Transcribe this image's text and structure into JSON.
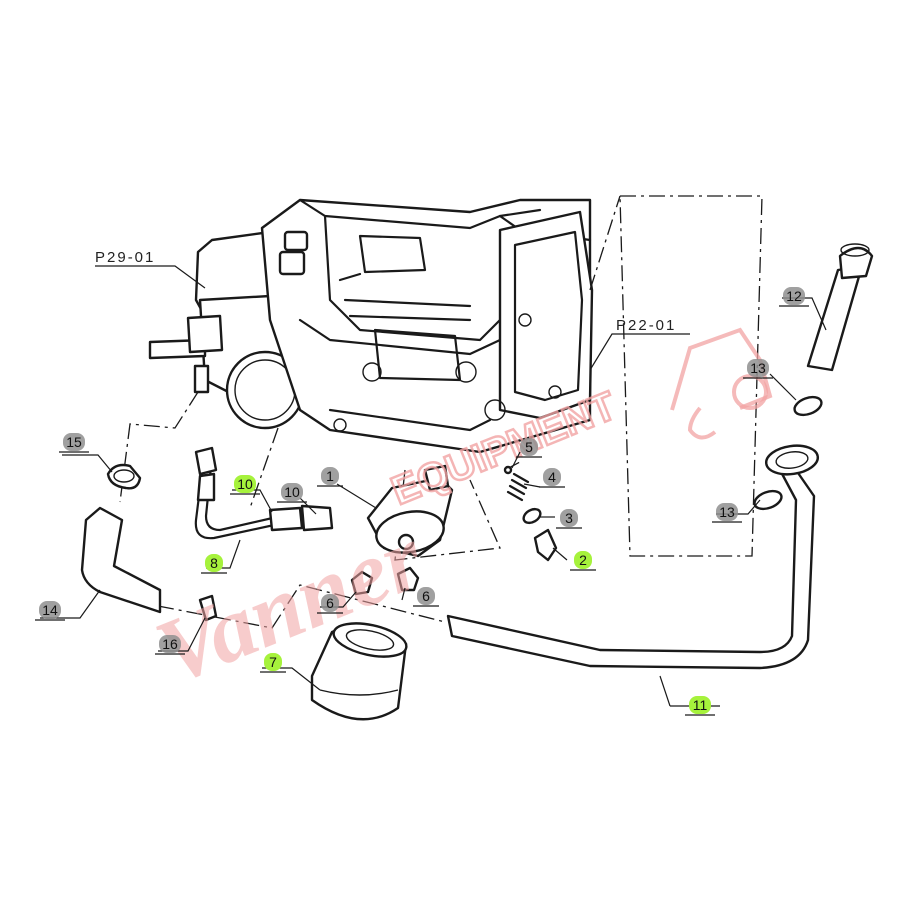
{
  "diagram": {
    "assembly_labels": [
      "P29-01",
      "P22-01"
    ],
    "callouts": [
      {
        "id": "c1",
        "text": "1",
        "highlight": false
      },
      {
        "id": "c2",
        "text": "2",
        "highlight": true
      },
      {
        "id": "c3",
        "text": "3",
        "highlight": false
      },
      {
        "id": "c4",
        "text": "4",
        "highlight": false
      },
      {
        "id": "c5",
        "text": "5",
        "highlight": false
      },
      {
        "id": "c6a",
        "text": "6",
        "highlight": false
      },
      {
        "id": "c6b",
        "text": "6",
        "highlight": false
      },
      {
        "id": "c7",
        "text": "7",
        "highlight": true
      },
      {
        "id": "c8",
        "text": "8",
        "highlight": true
      },
      {
        "id": "c10a",
        "text": "10",
        "highlight": true
      },
      {
        "id": "c10b",
        "text": "10",
        "highlight": false
      },
      {
        "id": "c11",
        "text": "11",
        "highlight": true
      },
      {
        "id": "c12",
        "text": "12",
        "highlight": false
      },
      {
        "id": "c13a",
        "text": "13",
        "highlight": false
      },
      {
        "id": "c13b",
        "text": "13",
        "highlight": false
      },
      {
        "id": "c14",
        "text": "14",
        "highlight": false
      },
      {
        "id": "c15",
        "text": "15",
        "highlight": false
      },
      {
        "id": "c16",
        "text": "16",
        "highlight": false
      }
    ],
    "watermark": {
      "script": "Vanner",
      "block": "EQUIPMENT"
    },
    "colors": {
      "highlight": "#a6f23c",
      "callout": "#8f8f8f",
      "watermark": "#f2a3a3",
      "line": "#1a1a1a"
    }
  }
}
